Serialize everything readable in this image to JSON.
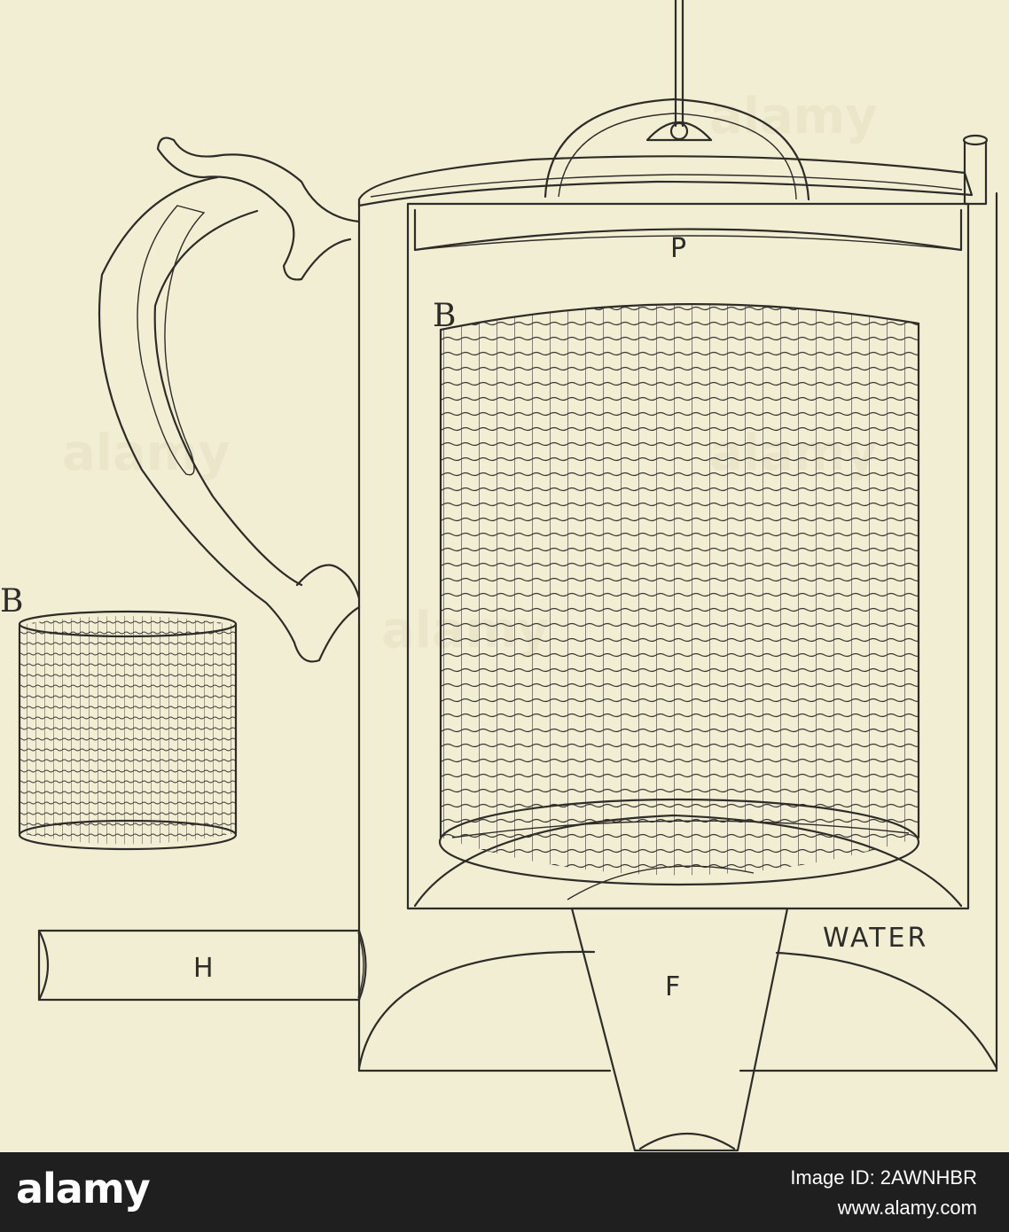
{
  "diagram": {
    "labels": {
      "pan": "P",
      "basket": "B",
      "basket_small": "B",
      "handle": "H",
      "funnel": "F",
      "water": "WATER"
    }
  },
  "watermark": {
    "brand": "alamy",
    "image_id": "Image ID: 2AWNHBR",
    "url": "www.alamy.com"
  }
}
